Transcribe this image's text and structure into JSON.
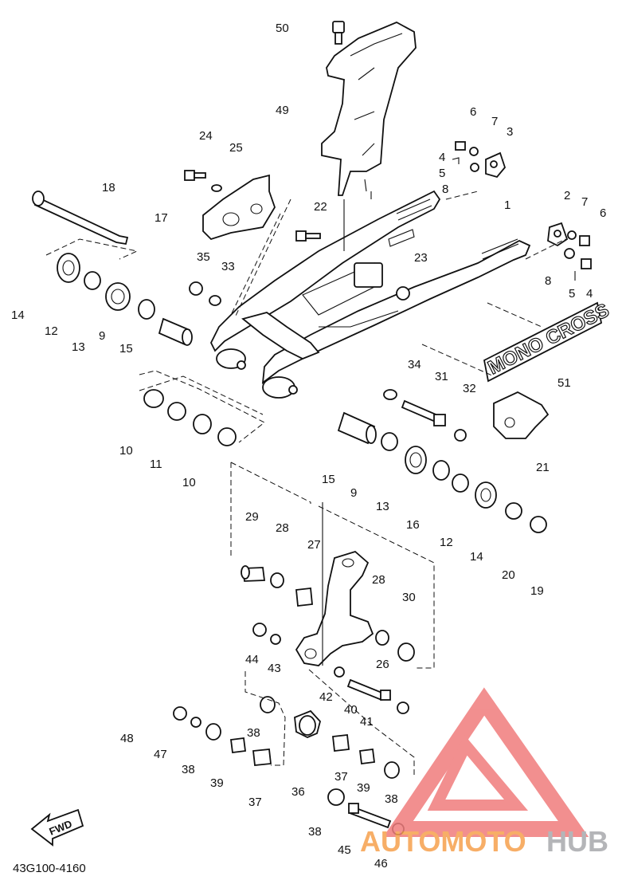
{
  "diagram": {
    "part_numbers": [
      "1",
      "2",
      "3",
      "4",
      "5",
      "6",
      "7",
      "8",
      "9",
      "10",
      "11",
      "12",
      "13",
      "14",
      "15",
      "16",
      "17",
      "18",
      "19",
      "20",
      "21",
      "22",
      "23",
      "24",
      "25",
      "26",
      "27",
      "28",
      "29",
      "30",
      "31",
      "32",
      "33",
      "34",
      "35",
      "36",
      "37",
      "38",
      "39",
      "40",
      "41",
      "42",
      "43",
      "44",
      "45",
      "46",
      "47",
      "48",
      "49",
      "50",
      "51"
    ],
    "labels": [
      {
        "id": "50",
        "t": "50"
      },
      {
        "id": "49",
        "t": "49"
      },
      {
        "id": "24",
        "t": "24"
      },
      {
        "id": "25",
        "t": "25"
      },
      {
        "id": "6a",
        "t": "6"
      },
      {
        "id": "7a",
        "t": "7"
      },
      {
        "id": "3",
        "t": "3"
      },
      {
        "id": "4a",
        "t": "4"
      },
      {
        "id": "5a",
        "t": "5"
      },
      {
        "id": "8a",
        "t": "8"
      },
      {
        "id": "18",
        "t": "18"
      },
      {
        "id": "17",
        "t": "17"
      },
      {
        "id": "22",
        "t": "22"
      },
      {
        "id": "1",
        "t": "1"
      },
      {
        "id": "2",
        "t": "2"
      },
      {
        "id": "7b",
        "t": "7"
      },
      {
        "id": "6b",
        "t": "6"
      },
      {
        "id": "35",
        "t": "35"
      },
      {
        "id": "33",
        "t": "33"
      },
      {
        "id": "23",
        "t": "23"
      },
      {
        "id": "8b",
        "t": "8"
      },
      {
        "id": "5b",
        "t": "5"
      },
      {
        "id": "4b",
        "t": "4"
      },
      {
        "id": "14a",
        "t": "14"
      },
      {
        "id": "12a",
        "t": "12"
      },
      {
        "id": "13a",
        "t": "13"
      },
      {
        "id": "9a",
        "t": "9"
      },
      {
        "id": "15a",
        "t": "15"
      },
      {
        "id": "51",
        "t": "51"
      },
      {
        "id": "34",
        "t": "34"
      },
      {
        "id": "31",
        "t": "31"
      },
      {
        "id": "32",
        "t": "32"
      },
      {
        "id": "21",
        "t": "21"
      },
      {
        "id": "10a",
        "t": "10"
      },
      {
        "id": "11",
        "t": "11"
      },
      {
        "id": "10b",
        "t": "10"
      },
      {
        "id": "15b",
        "t": "15"
      },
      {
        "id": "9b",
        "t": "9"
      },
      {
        "id": "13b",
        "t": "13"
      },
      {
        "id": "16",
        "t": "16"
      },
      {
        "id": "12b",
        "t": "12"
      },
      {
        "id": "14b",
        "t": "14"
      },
      {
        "id": "20",
        "t": "20"
      },
      {
        "id": "19",
        "t": "19"
      },
      {
        "id": "29",
        "t": "29"
      },
      {
        "id": "28a",
        "t": "28"
      },
      {
        "id": "27",
        "t": "27"
      },
      {
        "id": "28b",
        "t": "28"
      },
      {
        "id": "30",
        "t": "30"
      },
      {
        "id": "26",
        "t": "26"
      },
      {
        "id": "44",
        "t": "44"
      },
      {
        "id": "43",
        "t": "43"
      },
      {
        "id": "42",
        "t": "42"
      },
      {
        "id": "40",
        "t": "40"
      },
      {
        "id": "41",
        "t": "41"
      },
      {
        "id": "48",
        "t": "48"
      },
      {
        "id": "47",
        "t": "47"
      },
      {
        "id": "38a",
        "t": "38"
      },
      {
        "id": "38b",
        "t": "38"
      },
      {
        "id": "39a",
        "t": "39"
      },
      {
        "id": "37a",
        "t": "37"
      },
      {
        "id": "36",
        "t": "36"
      },
      {
        "id": "37b",
        "t": "37"
      },
      {
        "id": "39b",
        "t": "39"
      },
      {
        "id": "38c",
        "t": "38"
      },
      {
        "id": "38d",
        "t": "38"
      },
      {
        "id": "45",
        "t": "45"
      },
      {
        "id": "46",
        "t": "46"
      }
    ],
    "decal_text": "MONO CROSS",
    "fwd_label": "FWD",
    "footer_code": "43G100-4160"
  },
  "watermark": {
    "brand_part1": "AUTOMOTO",
    "brand_part2": "HUB",
    "colors": {
      "orange": "#f6a04d",
      "gray": "#a7a9ac",
      "red": "#f07c7c"
    }
  }
}
